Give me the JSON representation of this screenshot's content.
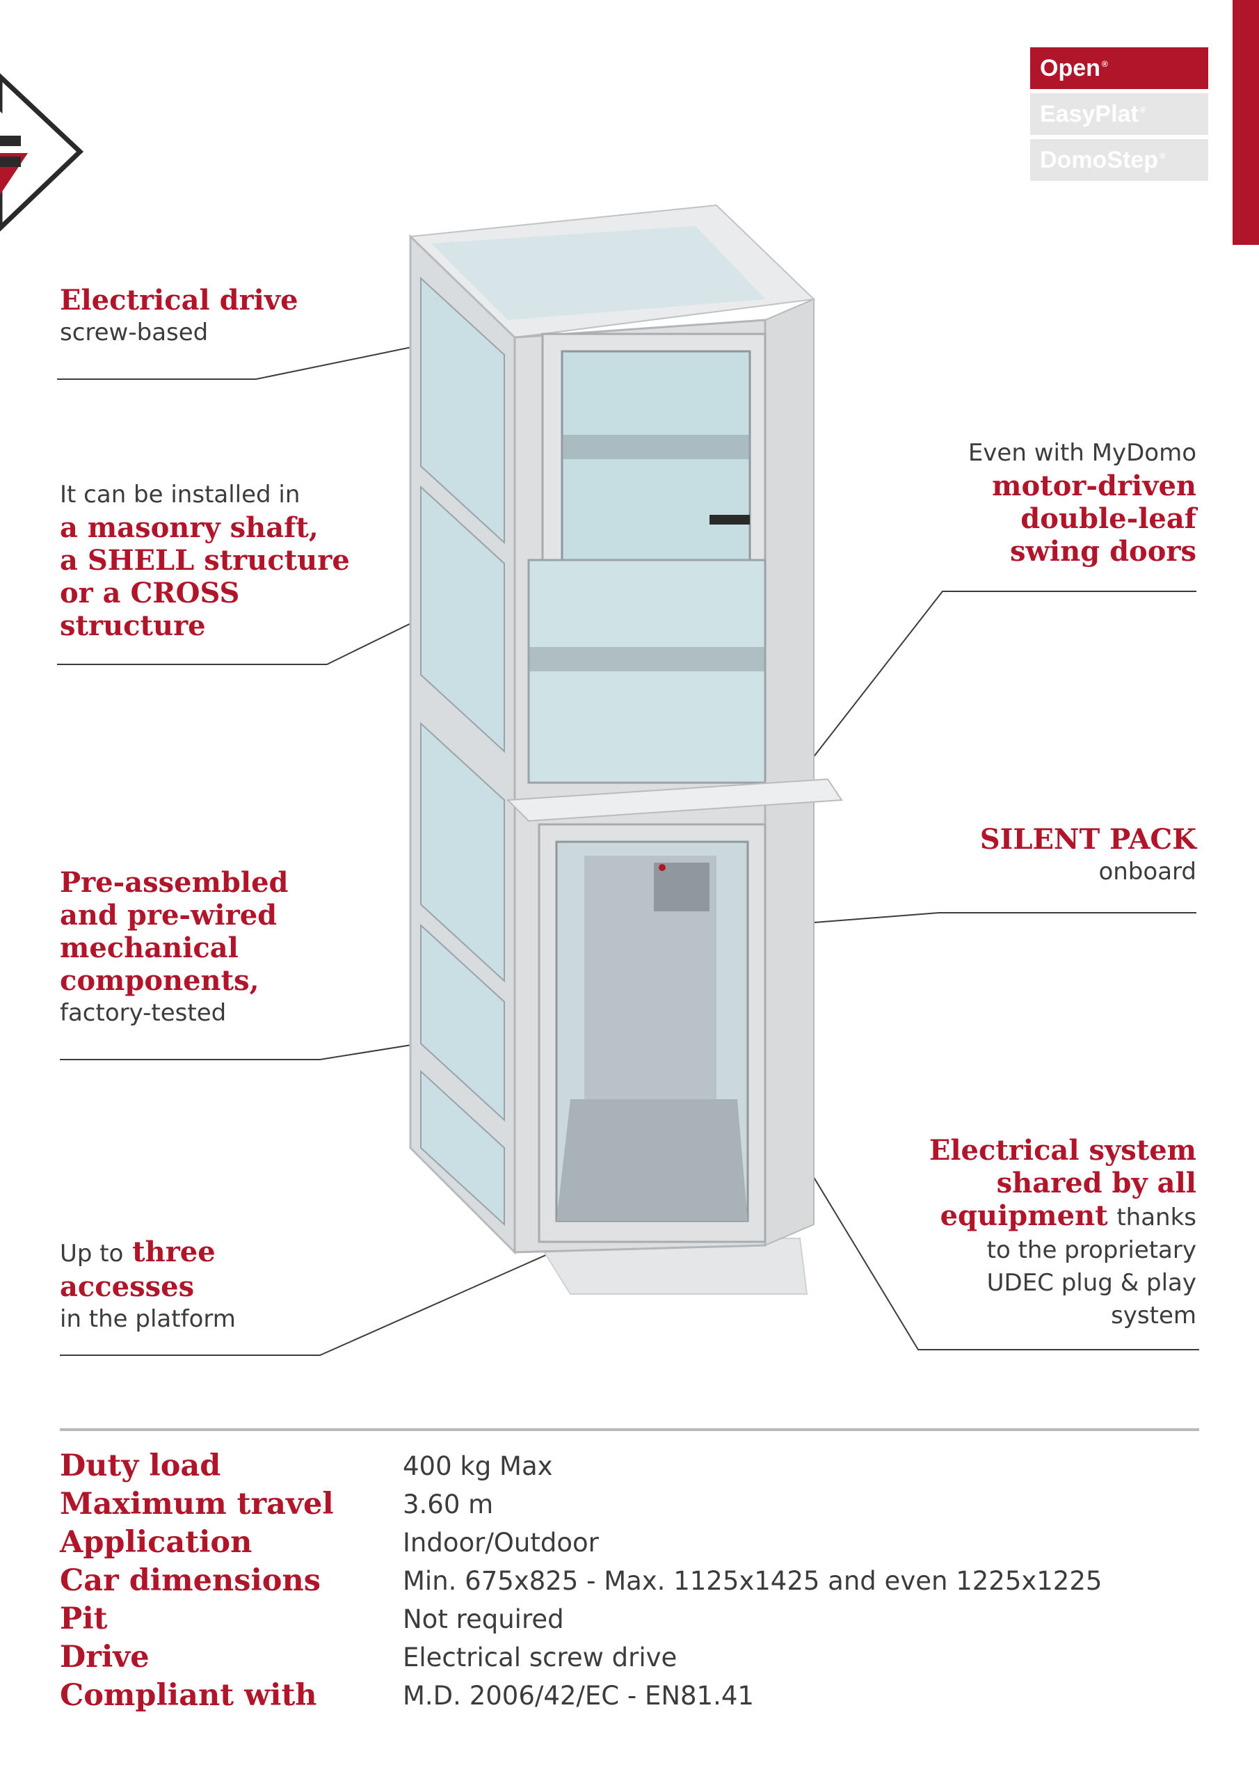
{
  "tabs": [
    {
      "label": "Open",
      "active": true
    },
    {
      "label": "EasyPlat",
      "active": false
    },
    {
      "label": "DomoStep",
      "active": false
    }
  ],
  "trademark": "®",
  "callouts": {
    "drive": {
      "head": "Electrical drive",
      "sub": "screw-based"
    },
    "installed": {
      "intro": "It can be installed in",
      "head_lines": [
        "a masonry shaft,",
        "a SHELL structure",
        "or a CROSS",
        "structure"
      ]
    },
    "preassembled": {
      "head_lines": [
        "Pre-assembled",
        "and pre-wired",
        "mechanical",
        "components,"
      ],
      "sub": "factory-tested"
    },
    "accesses": {
      "pre": "Up to",
      "head1": "three",
      "head2": "accesses",
      "sub": "in the platform"
    },
    "doors": {
      "intro": "Even with MyDomo",
      "head_lines": [
        "motor-driven",
        "double-leaf",
        "swing doors"
      ]
    },
    "silent": {
      "head": "SILENT PACK",
      "sub": "onboard"
    },
    "electrical": {
      "head_lines": [
        "Electrical system",
        "shared by all",
        "equipment"
      ],
      "tail": "thanks",
      "sub_lines": [
        "to the proprietary",
        "UDEC plug & play",
        "system"
      ]
    }
  },
  "specs": [
    {
      "label": "Duty load",
      "value": "400 kg Max"
    },
    {
      "label": "Maximum travel",
      "value": "3.60 m"
    },
    {
      "label": "Application",
      "value": "Indoor/Outdoor"
    },
    {
      "label": "Car dimensions",
      "value": "Min. 675x825 - Max. 1125x1425 and even 1225x1225"
    },
    {
      "label": "Pit",
      "value": "Not required"
    },
    {
      "label": "Drive",
      "value": "Electrical screw drive"
    },
    {
      "label": "Compliant with",
      "value": "M.D. 2006/42/EC - EN81.41"
    }
  ],
  "colors": {
    "accent": "#b1152a",
    "text": "#3c3c3c",
    "tab_inactive": "#e6e6e6"
  }
}
